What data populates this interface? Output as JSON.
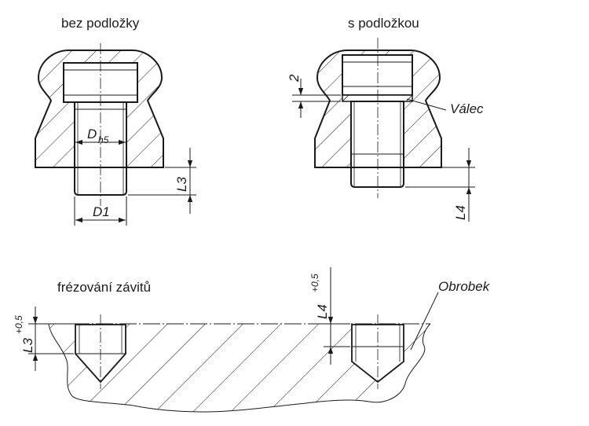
{
  "titles": {
    "without_washer": "bez podložky",
    "with_washer": "s podložkou",
    "thread_milling": "frézování závitů"
  },
  "labels": {
    "d_main": "D",
    "d_sub": "h5",
    "d1": "D1",
    "l3": "L3",
    "two": "2",
    "cylinder": "Válec",
    "l4": "L4",
    "l3_tol": "L3",
    "l3_tol_sup": "+0,5",
    "l4_tol": "L4",
    "l4_tol_sup": "+0,5",
    "workpiece": "Obrobek"
  }
}
